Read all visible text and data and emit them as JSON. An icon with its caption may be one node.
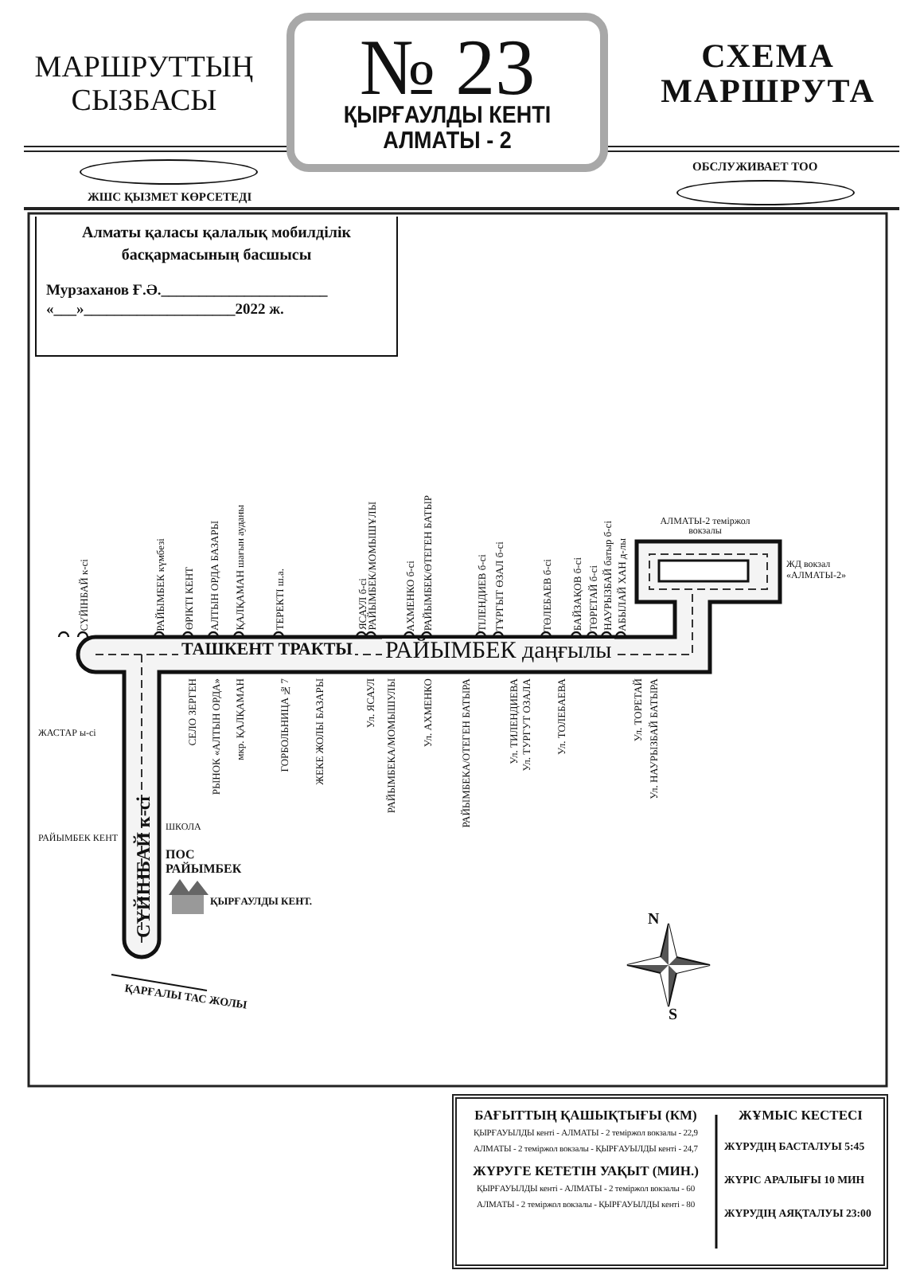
{
  "diagram": {
    "nodes": [
      {
        "text": [
          "№ 23",
          "ҚЫРҒАУЛДЫ КЕНТІ АЛМАТЫ - 2"
        ]
      },
      {
        "text": [],
        "shape": "ellipse"
      },
      {
        "text": [],
        "shape": "ellipse"
      },
      {
        "text": [
          "Алматы қаласы қалалық мобилділік басқармасының басшысы",
          "Мурзаханов Ғ.Ә.______________________",
          "«___»____________________2022 ж."
        ]
      },
      {
        "text": [
          "БАҒЫТТЫҢ ҚАШЫҚТЫҒЫ (КМ)",
          "ҚЫРҒАУЫЛДЫ кенті - АЛМАТЫ - 2 теміржол вокзалы - 22,9",
          "АЛМАТЫ - 2 теміржол вокзалы - ҚЫРҒАУЫЛДЫ кенті - 24,7",
          "ЖҮРУГЕ КЕТЕТІН УАҚЫТ (МИН.)",
          "ҚЫРҒАУЫЛДЫ кенті - АЛМАТЫ - 2 теміржол вокзалы - 60",
          "АЛМАТЫ - 2 теміржол вокзалы - ҚЫРҒАУЫЛДЫ кенті - 80"
        ]
      },
      {
        "text": [
          "ЖҰМЫС КЕСТЕСІ",
          "ЖҮРУДІҢ БАСТАЛУЫ 5:45",
          "ЖҮРІС АРАЛЫҒЫ 10 МИН",
          "ЖҮРУДІҢ АЯҚТАЛУЫ 23:00"
        ]
      }
    ],
    "labels": [
      "МАРШРУТТЫҢ СЫЗБАСЫ",
      "СХЕМА МАРШРУТА",
      "ЖШС ҚЫЗМЕТ КӨРСЕТЕДІ",
      "ОБСЛУЖИВАЕТ ТОО",
      "АЛМАТЫ-2 теміржол вокзалы",
      "ЖД вокзал «АЛМАТЫ-2»",
      "ТАШКЕНТ ТРАКТЫ",
      "РАЙЫМБЕК даңғылы",
      "СҮЙІНБАЙ к-сі",
      "ҚАРҒАЛЫ ТАС ЖОЛЫ",
      "ПОС РАЙЫМБЕК",
      "ҚЫРҒАУЛДЫ КЕНТ.",
      "ШКОЛА",
      "ЖАСТАР ы-сі",
      "РАЙЫМБЕК КЕНТ",
      "N",
      "S",
      "СҮЙІНБАЙ к-сі",
      "РАЙЫМБЕК күмбезі",
      "ӨРІКТІ КЕНТ",
      "АЛТЫН ОРДА БАЗАРЫ",
      "ҚАЛҚАМАН шағын ауданы",
      "ТЕРЕКТІ ш.а.",
      "ЯСАУЛ б-сі",
      "РАЙЫМБЕК/МОМЫШҰЛЫ",
      "АХМЕНКО б-сі",
      "РАЙЫМБЕК/ӨТЕГЕН БАТЫР",
      "ТІЛЕНДИЕВ б-сі",
      "ТҰРГЫТ ӨЗАЛ б-сі",
      "ТӨЛЕБАЕВ б-сі",
      "БАЙЗАҚОВ б-сі",
      "ТӨРЕТАЙ б-сі",
      "НАУРЫЗБАЙ батыр б-сі",
      "АБЫЛАЙ ХАН д-лы",
      "СЕЛО ЗЕРГЕН",
      "РЫНОК «АЛТЫН ОРДА»",
      "мкр. ҚАЛҚАМАН",
      "ГОРБОЛЬНИЦА №7",
      "ЖЕКЕ ЖОЛЫ БАЗАРЫ",
      "Ул. ЯСАУЛ",
      "РАЙЫМБЕКА/МОМЫШУЛЫ",
      "Ул. АХМЕНКО",
      "РАЙЫМБЕКА/ОТЕГЕН БАТЫРА",
      "Ул. ТИЛЕНДИЕВА",
      "Ул. ТУРГУТ ОЗАЛА",
      "Ул. ТОЛЕБАЕВА",
      "Ул. НАУРЫЗБАЙ БАТЫРА",
      "Ул. ТОРЕТАЙ"
    ]
  }
}
